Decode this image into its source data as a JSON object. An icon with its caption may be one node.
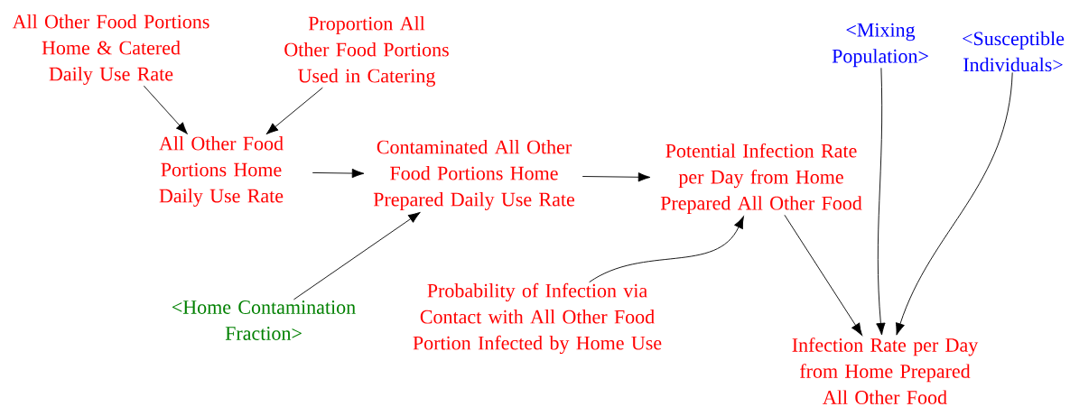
{
  "diagram": {
    "nodes": [
      {
        "text": [
          "All Other Food Portions Home & Catered Daily Use Rate"
        ]
      },
      {
        "text": [
          "Proportion All Other Food Portions Used in Catering"
        ]
      },
      {
        "text": [
          "All Other Food Portions Home Daily Use Rate"
        ]
      },
      {
        "text": [
          "Contaminated All Other Food Portions Home Prepared Daily Use Rate"
        ]
      },
      {
        "text": [
          "Potential Infection Rate per Day from Home Prepared All Other Food"
        ]
      },
      {
        "text": [
          "<Mixing Population>"
        ]
      },
      {
        "text": [
          "<Susceptible Individuals>"
        ]
      },
      {
        "text": [
          "<Home Contamination Fraction>"
        ]
      },
      {
        "text": [
          "Probability of Infection via Contact with All Other Food Portion Infected by Home Use"
        ]
      },
      {
        "text": [
          "Infection Rate per Day from Home Prepared All Other Food"
        ]
      }
    ],
    "edges": [
      {
        "from": 0,
        "to": 2,
        "arrow": "to"
      },
      {
        "from": 1,
        "to": 2,
        "arrow": "to"
      },
      {
        "from": 2,
        "to": 3,
        "arrow": "to"
      },
      {
        "from": 3,
        "to": 4,
        "arrow": "to"
      },
      {
        "from": 7,
        "to": 3,
        "arrow": "to"
      },
      {
        "from": 8,
        "to": 4,
        "arrow": "to"
      },
      {
        "from": 4,
        "to": 9,
        "arrow": "to"
      },
      {
        "from": 5,
        "to": 9,
        "arrow": "to"
      },
      {
        "from": 6,
        "to": 9,
        "arrow": "to"
      }
    ]
  }
}
